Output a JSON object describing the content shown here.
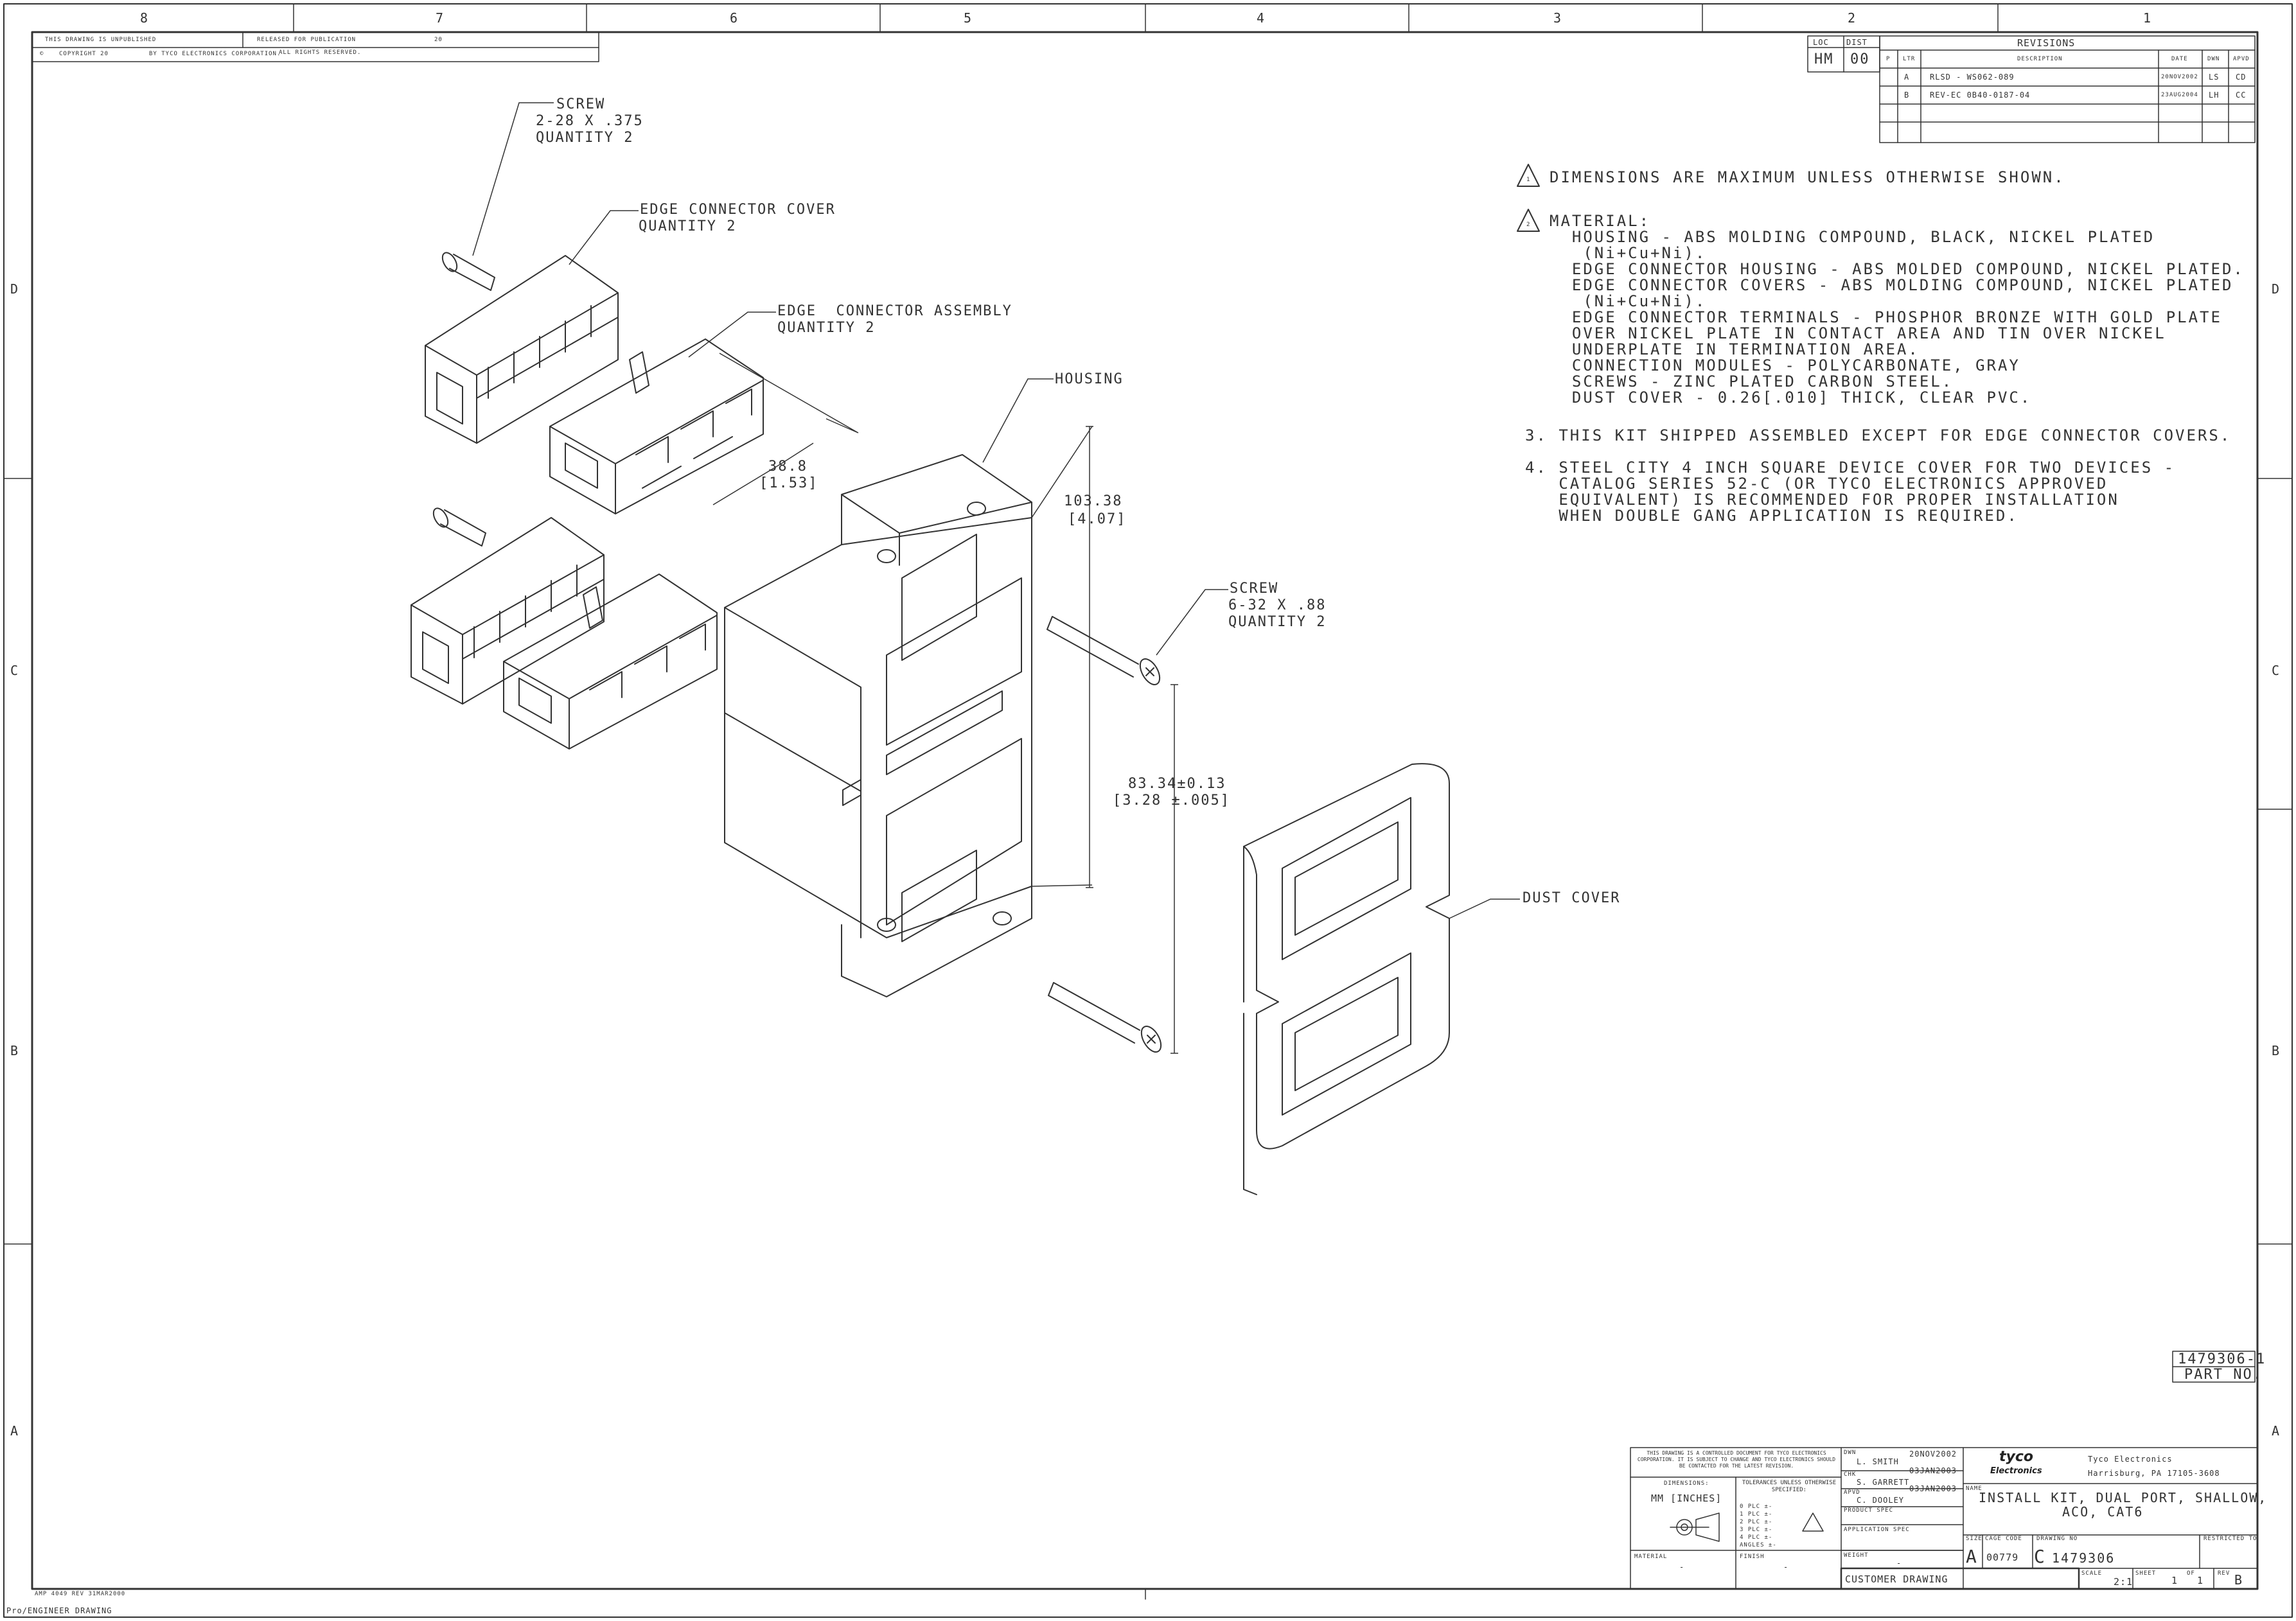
{
  "border": {
    "columns": [
      "8",
      "7",
      "6",
      "5",
      "4",
      "3",
      "2",
      "1"
    ],
    "rows": [
      "D",
      "C",
      "B",
      "A"
    ]
  },
  "top_strip": {
    "unpublished": "THIS DRAWING IS UNPUBLISHED",
    "released": "RELEASED FOR PUBLICATION",
    "released_year": "20",
    "copyright": "COPYRIGHT 20",
    "by": "BY TYCO ELECTRONICS CORPORATION.",
    "rights": "ALL RIGHTS RESERVED."
  },
  "revisions": {
    "title": "REVISIONS",
    "loc_label": "LOC",
    "dist_label": "DIST",
    "loc_value": "HM",
    "dist_value": "00",
    "headers": [
      "P",
      "LTR",
      "DESCRIPTION",
      "DATE",
      "DWN",
      "APVD"
    ],
    "rows": [
      {
        "ltr": "A",
        "description": "RLSD - WS062-089",
        "date": "20NOV2002",
        "dwn": "LS",
        "apvd": "CD"
      },
      {
        "ltr": "B",
        "description": "REV-EC 0B40-0187-04",
        "date": "23AUG2004",
        "dwn": "LH",
        "apvd": "CC"
      }
    ]
  },
  "notes": {
    "n1_marker": "1",
    "n1": "DIMENSIONS ARE MAXIMUM UNLESS OTHERWISE SHOWN.",
    "n2_marker": "2",
    "n2_lines": [
      "MATERIAL:",
      "  HOUSING - ABS MOLDING COMPOUND, BLACK, NICKEL PLATED",
      "   (Ni+Cu+Ni).",
      "  EDGE CONNECTOR HOUSING - ABS MOLDED COMPOUND, NICKEL PLATED.",
      "  EDGE CONNECTOR COVERS - ABS MOLDING COMPOUND, NICKEL PLATED",
      "   (Ni+Cu+Ni).",
      "  EDGE CONNECTOR TERMINALS - PHOSPHOR BRONZE WITH GOLD PLATE",
      "  OVER NICKEL PLATE IN CONTACT AREA AND TIN OVER NICKEL",
      "  UNDERPLATE IN TERMINATION AREA.",
      "  CONNECTION MODULES - POLYCARBONATE, GRAY",
      "  SCREWS - ZINC PLATED CARBON STEEL.",
      "  DUST COVER - 0.26[.010] THICK, CLEAR PVC."
    ],
    "n3": "3. THIS KIT SHIPPED ASSEMBLED EXCEPT FOR EDGE CONNECTOR COVERS.",
    "n4_lines": [
      "4. STEEL CITY 4 INCH SQUARE DEVICE COVER FOR TWO DEVICES -",
      "   CATALOG SERIES 52-C (OR TYCO ELECTRONICS APPROVED",
      "   EQUIVALENT) IS RECOMMENDED FOR PROPER INSTALLATION",
      "   WHEN DOUBLE GANG APPLICATION IS REQUIRED."
    ]
  },
  "callouts": {
    "screw_small": [
      "SCREW",
      "2-28 X .375",
      "QUANTITY 2"
    ],
    "edge_cover": [
      "EDGE CONNECTOR COVER",
      "QUANTITY 2"
    ],
    "edge_assembly": [
      "EDGE  CONNECTOR ASSEMBLY",
      "QUANTITY 2"
    ],
    "housing": "HOUSING",
    "screw_large": [
      "SCREW",
      "6-32 X .88",
      "QUANTITY 2"
    ],
    "dust_cover": "DUST COVER"
  },
  "dimensions": {
    "width_mm": "38.8",
    "width_in": "[1.53]",
    "height_mm": "103.38",
    "height_in": "[4.07]",
    "pitch_mm": "83.34±0.13",
    "pitch_in": "[3.28 ±.005]"
  },
  "part_box": {
    "number": "1479306-1",
    "label": "PART NO."
  },
  "title_block": {
    "disclaimer": "THIS DRAWING IS A CONTROLLED DOCUMENT FOR TYCO ELECTRONICS CORPORATION. IT IS SUBJECT TO CHANGE AND TYCO ELECTRONICS SHOULD BE CONTACTED FOR THE LATEST REVISION.",
    "dimensions_label": "DIMENSIONS:",
    "units": "MM [INCHES]",
    "tolerances_label": "TOLERANCES UNLESS OTHERWISE SPECIFIED:",
    "tolerance_rows": [
      "0 PLC  ±-",
      "1 PLC  ±-",
      "2 PLC  ±-",
      "3 PLC  ±-",
      "4 PLC  ±-",
      "ANGLES ±-"
    ],
    "material_label": "MATERIAL",
    "material_value": "-",
    "finish_label": "FINISH",
    "finish_value": "-",
    "dwn_label": "DWN",
    "dwn_name": "L. SMITH",
    "dwn_date": "20NOV2002",
    "chk_label": "CHK",
    "chk_name": "S. GARRETT",
    "chk_date": "03JAN2003",
    "appd_label": "APVD",
    "appd_name": "C. DOOLEY",
    "appd_date": "03JAN2003",
    "product_spec": "PRODUCT SPEC",
    "application_spec": "APPLICATION SPEC",
    "weight_label": "WEIGHT",
    "weight_value": "-",
    "customer_drawing": "CUSTOMER DRAWING",
    "brand_top": "tyco",
    "brand_bottom": "Electronics",
    "company": "Tyco Electronics",
    "address": "Harrisburg, PA 17105-3608",
    "name_label": "NAME",
    "name_lines": [
      "INSTALL KIT, DUAL PORT, SHALLOW,",
      "ACO, CAT6"
    ],
    "size_label": "SIZE",
    "size_value": "A",
    "cage_label": "CAGE CODE",
    "cage_value": "00779",
    "drawing_label": "DRAWING NO",
    "drawing_value": "1479306",
    "restricted_label": "RESTRICTED TO",
    "scale_label": "SCALE",
    "scale_value": "2:1",
    "sheet_label": "SHEET",
    "sheet_value": "1",
    "of_label": "OF",
    "of_value": "1",
    "rev_label": "REV",
    "rev_value": "B"
  },
  "footer": {
    "form": "AMP 4049 REV 31MAR2000",
    "software": "Pro/ENGINEER DRAWING"
  }
}
